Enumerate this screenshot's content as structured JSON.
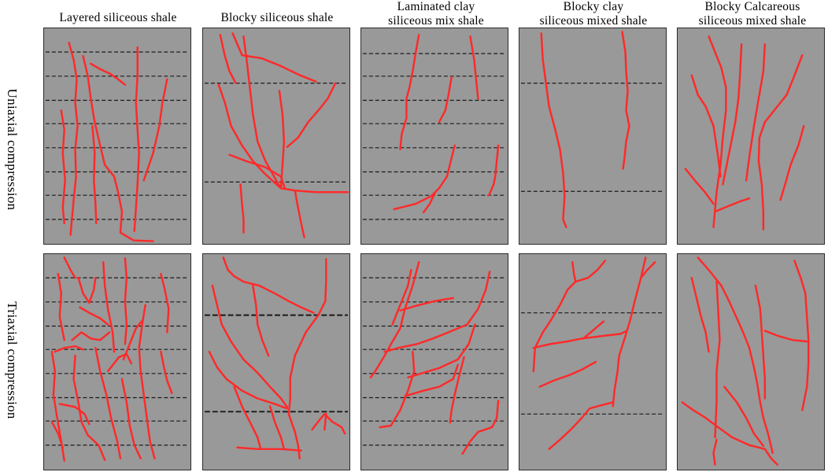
{
  "columns": [
    "Layered siliceous shale",
    "Blocky siliceous shale",
    "Laminated clay\nsiliceous mix shale",
    "Blocky clay\nsiliceous mixed shale",
    "Blocky Calcareous\nsiliceous mixed shale"
  ],
  "rows": [
    "Uniaxial compression",
    "Triaxial compression"
  ],
  "colors": {
    "panel_fill": "#999999",
    "fracture": "#ff2a2a",
    "bedding": "#1a1a1a"
  }
}
